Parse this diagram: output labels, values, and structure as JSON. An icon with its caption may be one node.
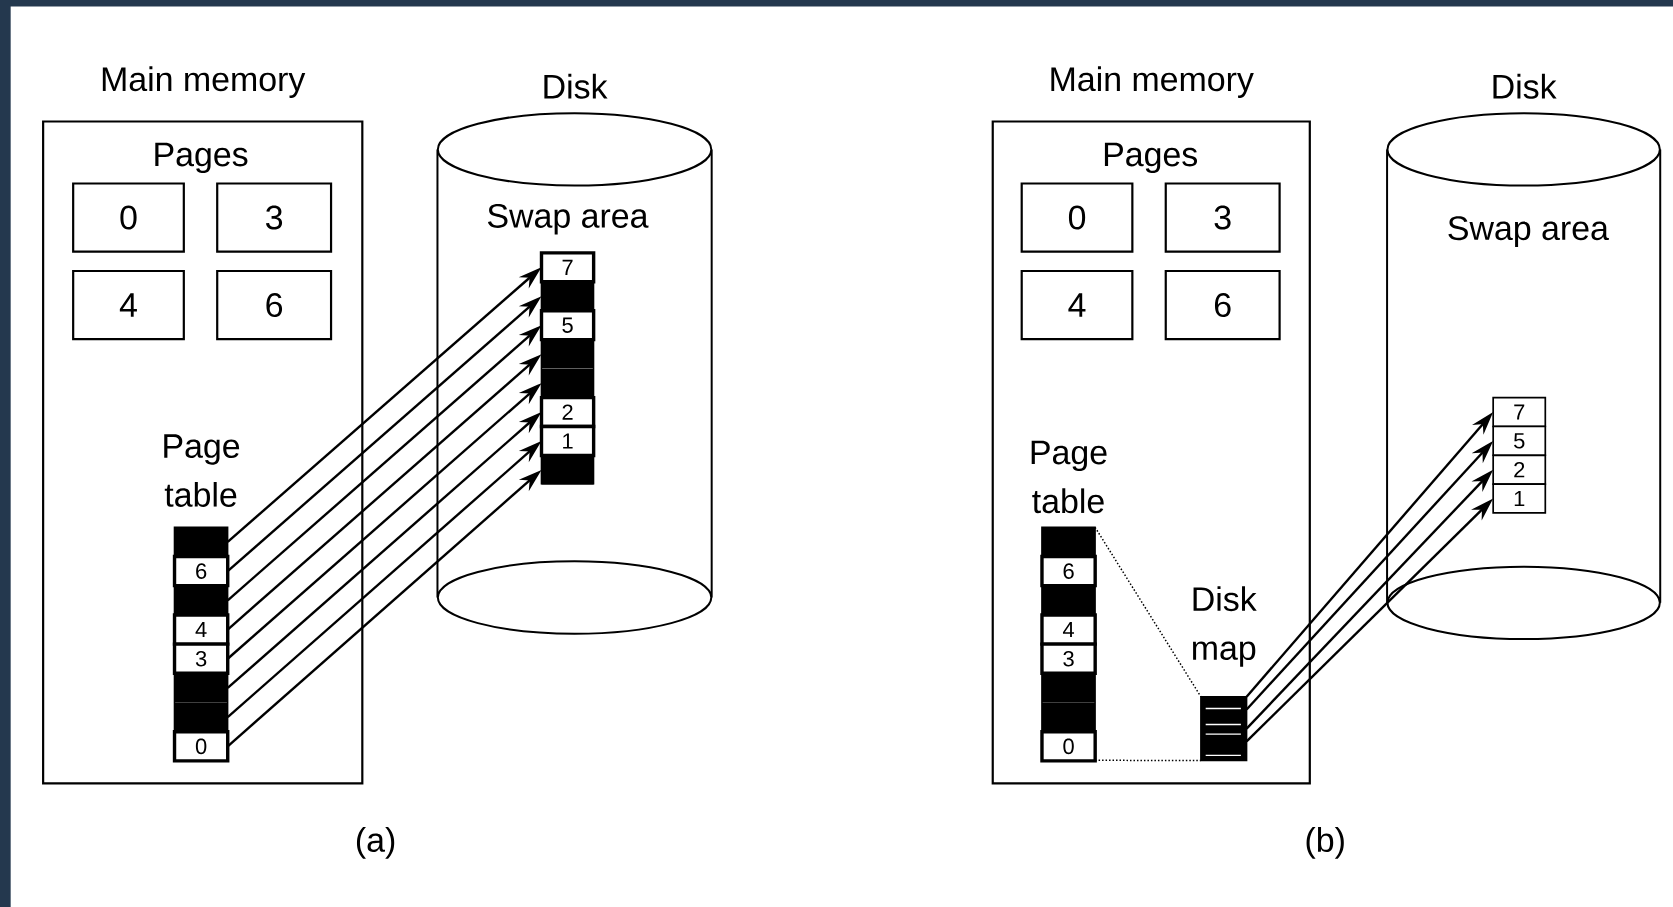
{
  "diagram": {
    "nodes": [
      {
        "text": [
          "Main memory"
        ]
      },
      {
        "text": [
          "0"
        ],
        "in": 0
      },
      {
        "text": [
          "3"
        ],
        "in": 0
      },
      {
        "text": [
          "4"
        ],
        "in": 0
      },
      {
        "text": [
          "6"
        ],
        "in": 0
      },
      {
        "text": [
          "Page table"
        ],
        "in": 0
      },
      {
        "text": [],
        "shape": "box",
        "in": 5
      },
      {
        "text": [
          "6"
        ],
        "in": 5
      },
      {
        "text": [],
        "shape": "box",
        "in": 5
      },
      {
        "text": [
          "4"
        ],
        "in": 5
      },
      {
        "text": [
          "3"
        ],
        "in": 5
      },
      {
        "text": [],
        "shape": "box",
        "in": 5
      },
      {
        "text": [],
        "shape": "box",
        "in": 5
      },
      {
        "text": [
          "0"
        ],
        "in": 5
      },
      {
        "text": [
          "Disk"
        ]
      },
      {
        "text": [
          "Swap area"
        ],
        "in": 14
      },
      {
        "text": [
          "7"
        ],
        "in": 15
      },
      {
        "text": [],
        "shape": "box",
        "in": 15
      },
      {
        "text": [
          "5"
        ],
        "in": 15
      },
      {
        "text": [],
        "shape": "box",
        "in": 15
      },
      {
        "text": [],
        "shape": "box",
        "in": 15
      },
      {
        "text": [
          "2"
        ],
        "in": 15
      },
      {
        "text": [
          "1"
        ],
        "in": 15
      },
      {
        "text": [],
        "shape": "box",
        "in": 15
      },
      {
        "text": [
          "Main memory"
        ]
      },
      {
        "text": [
          "0"
        ],
        "in": 24
      },
      {
        "text": [
          "3"
        ],
        "in": 24
      },
      {
        "text": [
          "4"
        ],
        "in": 24
      },
      {
        "text": [
          "6"
        ],
        "in": 24
      },
      {
        "text": [
          "Page table"
        ],
        "in": 24
      },
      {
        "text": [],
        "shape": "box",
        "in": 29
      },
      {
        "text": [
          "6"
        ],
        "in": 29
      },
      {
        "text": [],
        "shape": "box",
        "in": 29
      },
      {
        "text": [
          "4"
        ],
        "in": 29
      },
      {
        "text": [
          "3"
        ],
        "in": 29
      },
      {
        "text": [],
        "shape": "box",
        "in": 29
      },
      {
        "text": [],
        "shape": "box",
        "in": 29
      },
      {
        "text": [
          "0"
        ],
        "in": 29
      },
      {
        "text": [
          "Disk map"
        ],
        "in": 24
      },
      {
        "text": [
          "Disk"
        ]
      },
      {
        "text": [
          "7"
        ],
        "in": 39
      },
      {
        "text": [
          "5"
        ],
        "in": 39
      },
      {
        "text": [
          "2"
        ],
        "in": 39
      },
      {
        "text": [
          "1"
        ],
        "in": 39
      }
    ],
    "edges": [
      {
        "from": 6,
        "to": 16,
        "arrow": "to"
      },
      {
        "from": 7,
        "to": 17,
        "arrow": "to"
      },
      {
        "from": 8,
        "to": 18,
        "arrow": "to"
      },
      {
        "from": 9,
        "to": 19,
        "arrow": "to"
      },
      {
        "from": 10,
        "to": 20,
        "arrow": "to"
      },
      {
        "from": 11,
        "to": 21,
        "arrow": "to"
      },
      {
        "from": 12,
        "to": 22,
        "arrow": "to"
      },
      {
        "from": 13,
        "to": 23,
        "arrow": "to"
      },
      {
        "from": 29,
        "to": 38,
        "arrow": "none",
        "style": "dashed"
      },
      {
        "from": 29,
        "to": 38,
        "arrow": "none",
        "style": "dashed"
      },
      {
        "from": 38,
        "to": 40,
        "arrow": "to"
      },
      {
        "from": 38,
        "to": 41,
        "arrow": "to"
      },
      {
        "from": 38,
        "to": 42,
        "arrow": "to"
      },
      {
        "from": 38,
        "to": 43,
        "arrow": "to"
      }
    ],
    "labels": [
      "Pages",
      "Pages",
      "Swap area",
      "(a)",
      "(b)"
    ]
  }
}
